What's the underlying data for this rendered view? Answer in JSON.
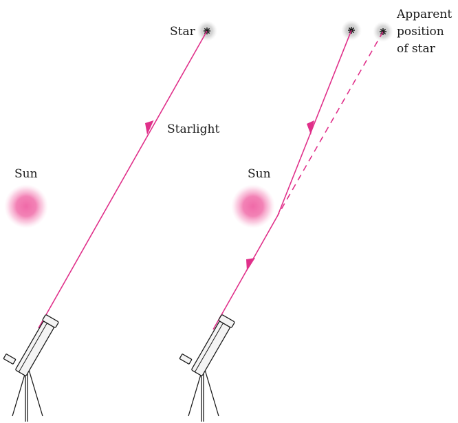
{
  "left_panel": {
    "star_label": "Star",
    "starlight_label": "Starlight",
    "sun_label": "Sun"
  },
  "right_panel": {
    "sun_label": "Sun",
    "apparent_position_label": [
      "Apparent",
      "position",
      "of  star"
    ]
  },
  "colors": {
    "light_ray": "#e0308a",
    "sun": "#f06aa8",
    "star_glow": "#c8c8c8",
    "ink": "#1a1a1a"
  },
  "icons": [
    "star-icon",
    "sun-icon",
    "telescope-icon"
  ]
}
